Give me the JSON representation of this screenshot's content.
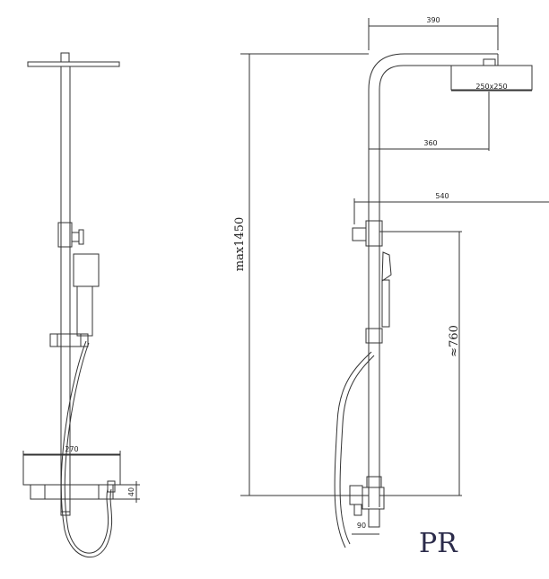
{
  "dimensions": {
    "side_view": {
      "width_label": "270",
      "height_label": "40"
    },
    "front_view": {
      "arm_length": "390",
      "head_size": "250x250",
      "arm_reach": "360",
      "overall_reach": "540",
      "max_height": "max1450",
      "slide_height": "≈760",
      "bottom_offset": "90"
    }
  },
  "logo": {
    "letters": "PR"
  },
  "colors": {
    "line": "#333333",
    "logo": "#2b2b4a"
  }
}
